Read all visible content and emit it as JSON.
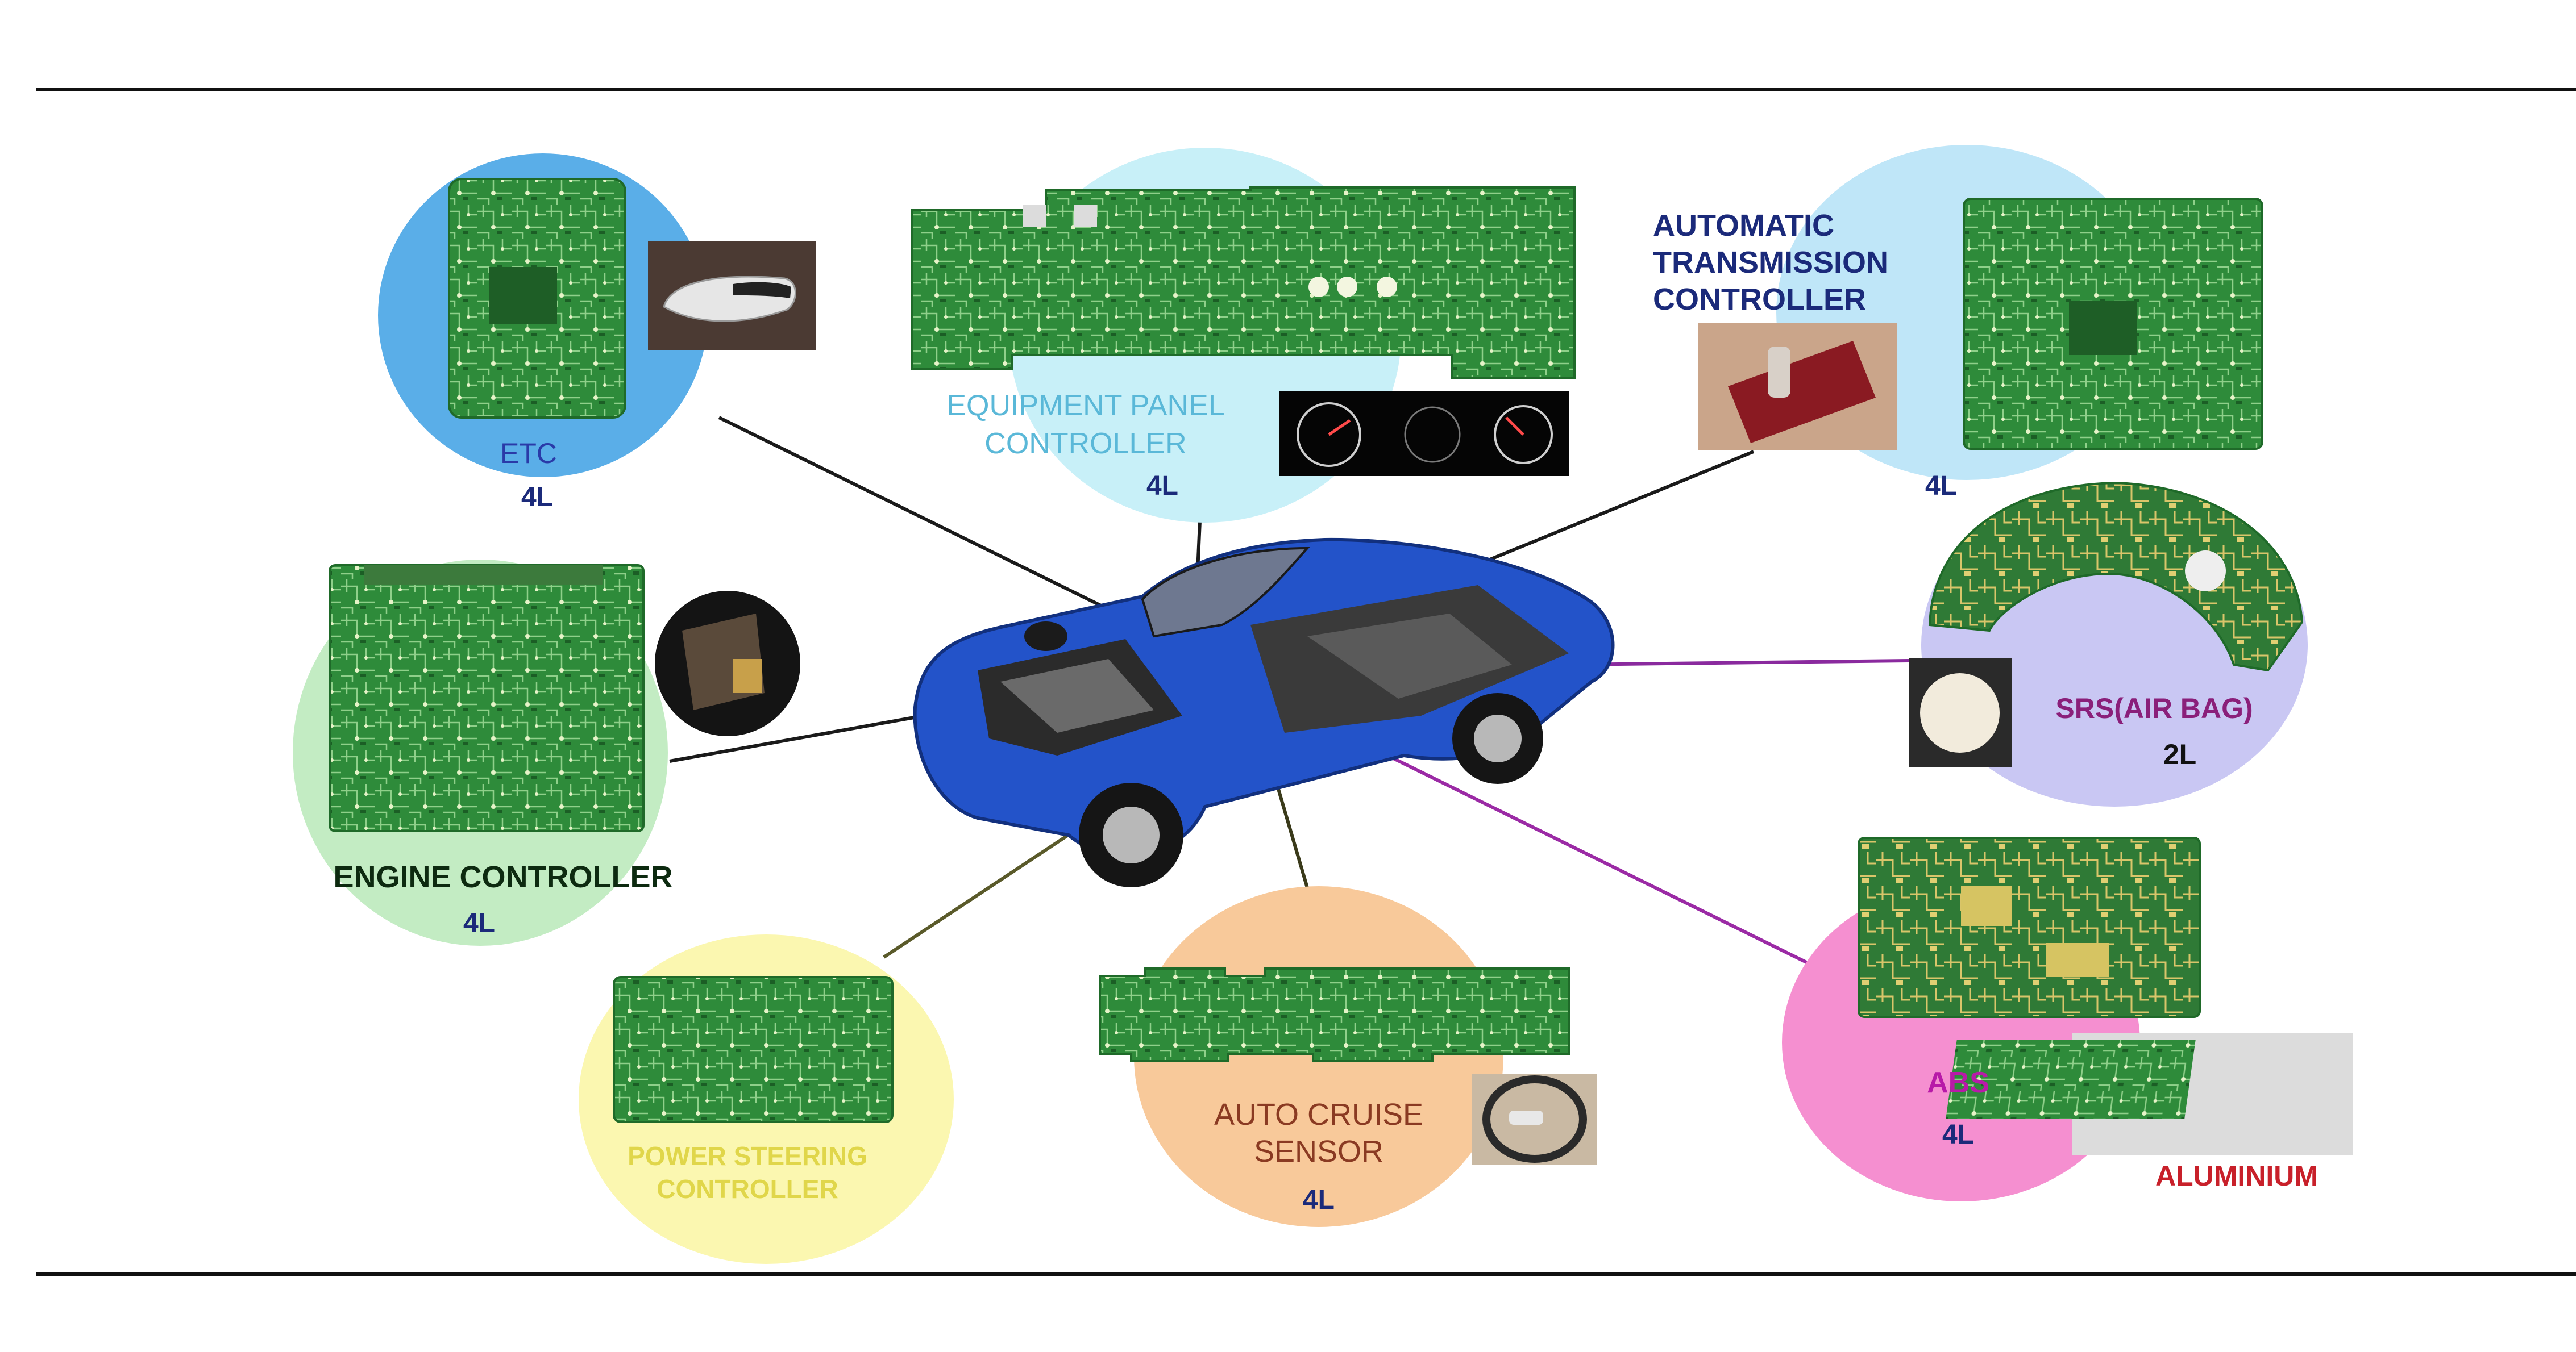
{
  "modules": {
    "etc": {
      "name": "ETC",
      "layers": "4L",
      "color": "#5aaee8"
    },
    "equipment_panel": {
      "name_line1": "EQUIPMENT PANEL",
      "name_line2": "CONTROLLER",
      "layers": "4L",
      "color": "#c8f0f8"
    },
    "transmission": {
      "name_line1": "AUTOMATIC",
      "name_line2": "TRANSMISSION",
      "name_line3": "CONTROLLER",
      "layers": "4L",
      "color": "#bfe6f8"
    },
    "srs": {
      "name": "SRS(AIR BAG)",
      "layers": "2L",
      "color": "#c9c7f3"
    },
    "engine": {
      "name": "ENGINE CONTROLLER",
      "layers": "4L",
      "color": "#c3ecc3"
    },
    "power_steering": {
      "name_line1": "POWER STEERING",
      "name_line2": "CONTROLLER",
      "color": "#fbf7b0"
    },
    "auto_cruise": {
      "name_line1": "AUTO CRUISE",
      "name_line2": "SENSOR",
      "layers": "4L",
      "color": "#f8c99a"
    },
    "abs": {
      "name": "ABS",
      "layers": "4L",
      "material": "ALUMINIUM",
      "color": "#f58fd0"
    }
  },
  "colors": {
    "pcb_green": "#2e8b3a",
    "car_blue": "#2353c9",
    "label_navy": "#1b2a7a"
  }
}
